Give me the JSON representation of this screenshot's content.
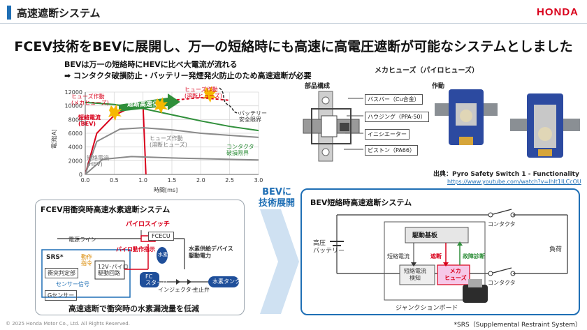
{
  "header": {
    "title": "高速遮断システム",
    "logo": "HONDA"
  },
  "headline": "FCEV技術をBEVに展開し、万一の短絡時にも高速に高電圧遮断が可能なシステムとしました",
  "bullets": {
    "line1": "BEVは万一の短絡時にHEVに比べ大電流が流れる",
    "line2": "➡ コンタクタ破損防止・バッテリー発煙発火防止のため高速遮断が必要"
  },
  "chart_data": {
    "type": "line",
    "ylabel": "電流[A]",
    "xlabel": "時間[ms]",
    "xlim": [
      0,
      3.0
    ],
    "ylim": [
      0,
      12000
    ],
    "x_ticks": [
      "0.0",
      "0.5",
      "1.0",
      "1.5",
      "2.0",
      "2.5",
      "3.0"
    ],
    "y_ticks": [
      "0",
      "2000",
      "4000",
      "6000",
      "8000",
      "10000",
      "12000"
    ],
    "series": [
      {
        "name": "短絡電流(BEV)",
        "color": "#d9001b",
        "dashed": false,
        "x": [
          0,
          0.2,
          0.5,
          0.8,
          1.0,
          1.05
        ],
        "y": [
          0,
          6000,
          8600,
          9800,
          10000,
          0
        ]
      },
      {
        "name": "ヒューズ作動(溶断ヒューズ)",
        "color": "#d9001b",
        "dashed": true,
        "x": [
          1.0,
          1.5,
          2.0,
          2.5
        ],
        "y": [
          10000,
          10800,
          11200,
          10800
        ]
      },
      {
        "name": "コンタクタ破損限界",
        "color": "#2f8f3a",
        "dashed": false,
        "x": [
          0,
          0.5,
          1.0,
          1.5,
          2.0,
          2.5,
          3.0
        ],
        "y": [
          10500,
          10200,
          9600,
          8700,
          7800,
          7000,
          6400
        ]
      },
      {
        "name": "ヒューズ作動(溶断ヒューズ)",
        "color": "#8a8a8a",
        "dashed": false,
        "x": [
          0,
          0.2,
          0.6,
          1.0,
          1.5,
          2.0,
          2.5,
          3.0
        ],
        "y": [
          0,
          4800,
          6600,
          6800,
          6500,
          6000,
          5700,
          5400
        ]
      },
      {
        "name": "短絡電流(HEV)",
        "color": "#8a8a8a",
        "dashed": false,
        "x": [
          0,
          0.3,
          0.8,
          1.5,
          2.0,
          2.5,
          3.0
        ],
        "y": [
          0,
          2200,
          2600,
          2400,
          2300,
          2200,
          2100
        ]
      }
    ],
    "annotations": {
      "pyro_fuse": "ヒューズ作動\n(メカヒューズ)",
      "fast_cut": "遮断高速化",
      "melt_fuse_red": "ヒューズ作動\n(溶断ヒューズ)",
      "bev_current": "短絡電流\n(BEV)",
      "melt_fuse_gray": "ヒューズ作動\n(溶断ヒューズ)",
      "hev_current": "短絡電流\n(HEV)",
      "contactor_limit": "コンタクタ\n破損限界",
      "battery_limit": "バッテリー\n安全限界"
    }
  },
  "pyro": {
    "title": "メカヒューズ（パイロヒューズ）",
    "parts_label": "部品構成",
    "action_label": "作動",
    "parts": [
      "バスバー（Cu合金）",
      "ハウジング（PPA-50）",
      "イニシエーター",
      "ピストン（PA66）"
    ],
    "source": "出典：Pyro Safety Switch 1 - Functionality",
    "url": "https://www.youtube.com/watch?v=Ihlt1lLCcOU"
  },
  "bev_arrow": {
    "line1": "BEVに",
    "line2": "技術展開"
  },
  "fcev": {
    "title": "FCEV用衝突時高速水素遮断システム",
    "pyro_switch": "パイロスイッチ",
    "power_line": "電源ライン",
    "fcecu": "FCECU",
    "pyro_cmd": "パイロ動作指示",
    "hydrogen": "水素",
    "supply_label": "水素供給デバイス\n駆動電力",
    "srs": "SRS*",
    "action_cmd": "動作\n指令",
    "collision": "衝突判定部",
    "pyro_drive": "12V･パイロ\n駆動回路",
    "sensor_signal": "センサー信号",
    "g_sensor": "Gセンサー",
    "fc_stack": "FC\nスタック",
    "injector": "インジェクター",
    "main_valve": "主止弁",
    "tank": "水素タンク",
    "bottom_text": "高速遮断で衝突時の水素漏洩量を低減"
  },
  "bev": {
    "title": "BEV短絡時高速遮断システム",
    "contactor_top": "コンタクタ",
    "contactor_bottom": "コンタクタ",
    "battery": "高圧\nバッテリー",
    "load": "負荷",
    "drive_board": "駆動基板",
    "short_current": "短絡電流",
    "cutoff": "遮断",
    "diag": "故障診断",
    "detect": "短絡電流\n検知",
    "mech_fuse": "メカ\nヒューズ",
    "junction": "ジャンクションボード"
  },
  "footer": {
    "copyright": "© 2025 Honda Motor Co., Ltd. All Rights Reserved.",
    "srs_note": "*SRS（Supplemental Restraint System）"
  },
  "colors": {
    "accent": "#1f6fb5",
    "brand": "#d9001b",
    "green": "#2f8f3a"
  }
}
